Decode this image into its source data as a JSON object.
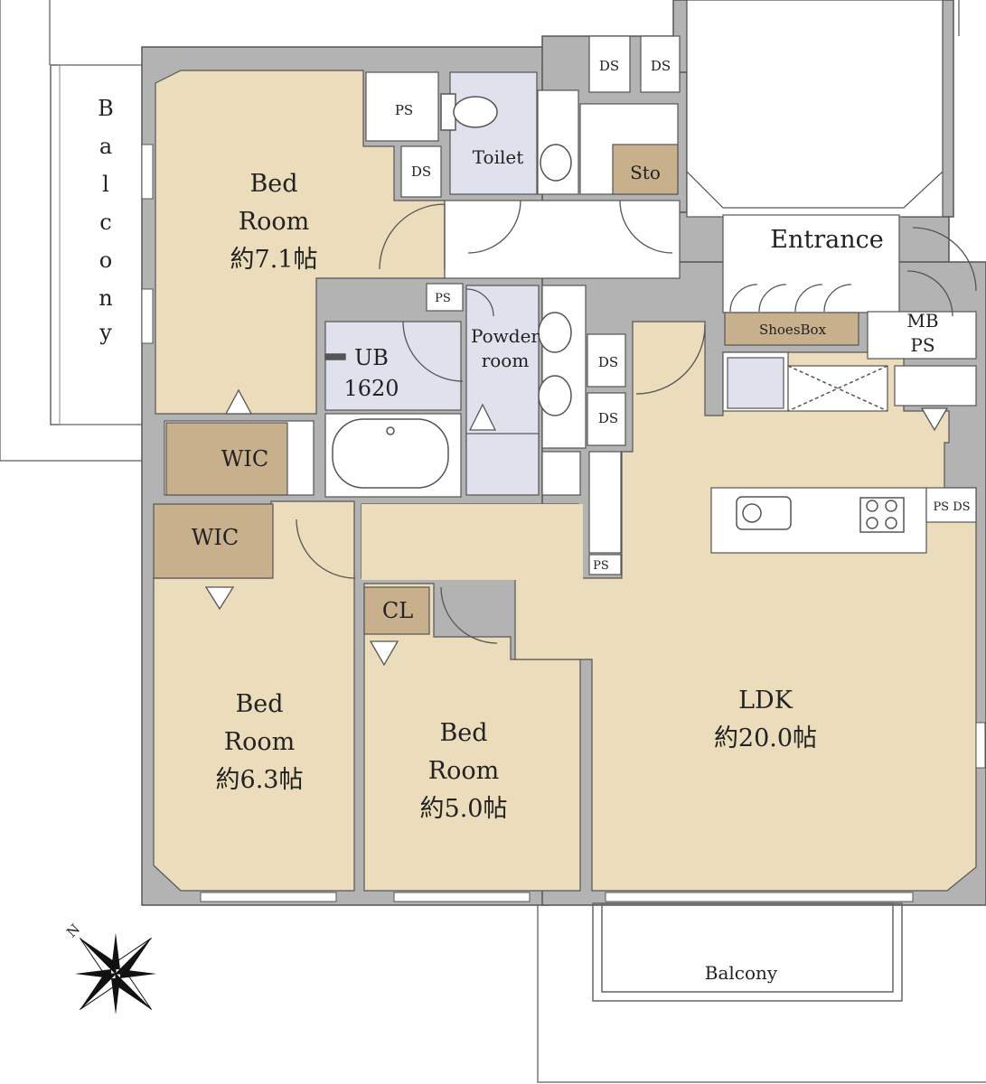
{
  "colors": {
    "wall": "#b3b3b3",
    "room_floor": "#ebdcbc",
    "storage_floor": "#c7b08b",
    "wet_floor": "#dfe2ec",
    "outline": "#555555"
  },
  "rooms": {
    "bed1": {
      "line1": "Bed",
      "line2": "Room",
      "area": "約7.1帖"
    },
    "bed2": {
      "line1": "Bed",
      "line2": "Room",
      "area": "約6.3帖"
    },
    "bed3": {
      "line1": "Bed",
      "line2": "Room",
      "area": "約5.0帖"
    },
    "ldk": {
      "name": "LDK",
      "area": "約20.0帖"
    },
    "toilet": "Toilet",
    "powder": {
      "line1": "Powder",
      "line2": "room"
    },
    "ub": {
      "line1": "UB",
      "line2": "1620"
    },
    "entrance": "Entrance",
    "mbps": {
      "line1": "MB",
      "line2": "PS"
    }
  },
  "storage": {
    "wic_upper": "WIC",
    "wic_lower": "WIC",
    "closet": "CL",
    "sto": "Sto",
    "shoes_box": "ShoesBox"
  },
  "shafts": {
    "ds_top1": "DS",
    "ds_top2": "DS",
    "ps_top": "PS",
    "ds_toilet": "DS",
    "ps_powder": "PS",
    "ds_mid1": "DS",
    "ds_mid2": "DS",
    "ps_mid": "PS",
    "psds_kitchen": "PS DS"
  },
  "balcony": {
    "west": [
      "B",
      "a",
      "l",
      "c",
      "o",
      "n",
      "y"
    ],
    "south": "Balcony"
  },
  "compass": {
    "north_letter": "N"
  }
}
